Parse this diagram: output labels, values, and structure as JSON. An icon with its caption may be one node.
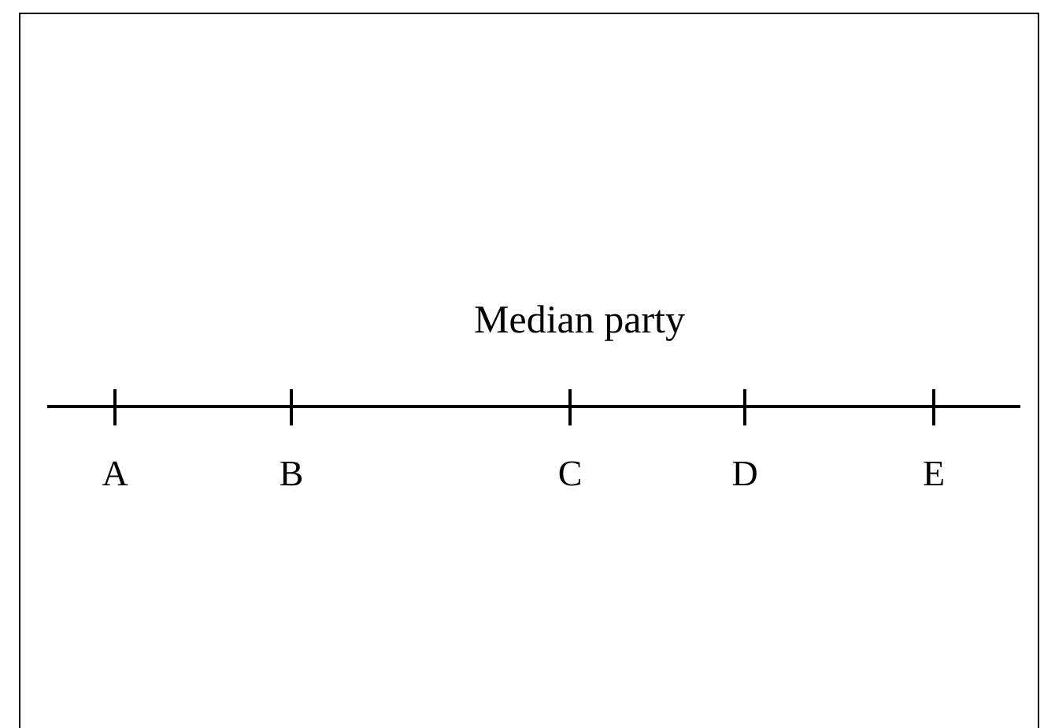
{
  "diagram": {
    "labels": [
      "Median party",
      "A",
      "B",
      "C",
      "D",
      "E"
    ]
  }
}
